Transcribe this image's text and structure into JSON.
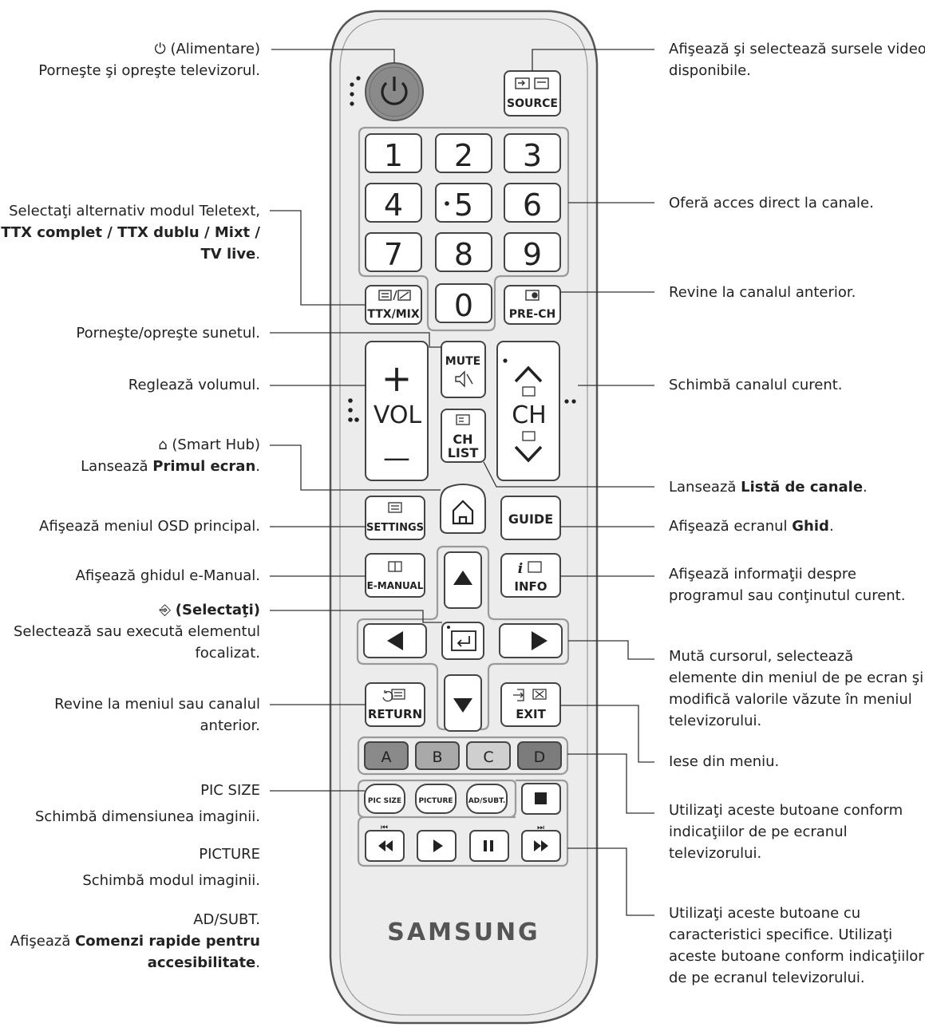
{
  "annotations": {
    "power": {
      "title": "(Alimentare)",
      "desc": "Porneşte şi opreşte televizorul."
    },
    "teletext": {
      "line1": "Selectaţi alternativ modul Teletext,",
      "line2": "TTX complet / TTX dublu / Mixt /",
      "line3": "TV live",
      "line3_suffix": "."
    },
    "mute": "Porneşte/opreşte sunetul.",
    "volume": "Reglează volumul.",
    "smart_hub": {
      "title": "(Smart Hub)",
      "desc_prefix": "Lansează ",
      "desc_bold": "Primul ecran",
      "desc_suffix": "."
    },
    "settings": "Afişează meniul OSD principal.",
    "emanual": "Afişează ghidul e-Manual.",
    "select": {
      "title": "(Selectaţi)",
      "desc1": "Selectează sau execută elementul",
      "desc2": "focalizat."
    },
    "return": {
      "line1": "Revine la meniul sau canalul",
      "line2": "anterior."
    },
    "pic_size": {
      "title": "PIC SIZE",
      "desc": "Schimbă dimensiunea imaginii."
    },
    "picture": {
      "title": "PICTURE",
      "desc": "Schimbă modul imaginii."
    },
    "ad_subt": {
      "title": "AD/SUBT.",
      "desc_prefix": "Afişează ",
      "desc_bold1": "Comenzi rapide pentru",
      "desc_bold2": "accesibilitate",
      "desc_suffix": "."
    },
    "source": {
      "line1": "Afişează şi selectează sursele video",
      "line2": "disponibile."
    },
    "numbers": "Oferă acces direct la canale.",
    "pre_ch": "Revine la canalul anterior.",
    "channel": "Schimbă canalul curent.",
    "ch_list": {
      "prefix": "Lansează ",
      "bold": "Listă de canale",
      "suffix": "."
    },
    "guide": {
      "prefix": "Afişează ecranul ",
      "bold": "Ghid",
      "suffix": "."
    },
    "info": {
      "line1": "Afişează informaţii despre",
      "line2": "programul sau conţinutul curent."
    },
    "navigation": {
      "line1": "Mută cursorul, selectează",
      "line2": "elemente din meniul de pe ecran şi",
      "line3": "modifică valorile văzute în meniul",
      "line4": "televizorului."
    },
    "exit": "Iese din meniu.",
    "color_buttons": {
      "line1": "Utilizaţi aceste butoane conform",
      "line2": "indicaţiilor de pe ecranul",
      "line3": "televizorului."
    },
    "media_buttons": {
      "line1": "Utilizaţi aceste butoane cu",
      "line2": "caracteristici specifice. Utilizaţi",
      "line3": "aceste butoane conform indicaţiilor",
      "line4": "de pe ecranul televizorului."
    }
  },
  "remote": {
    "brand": "SAMSUNG",
    "source_label": "SOURCE",
    "digits": [
      "1",
      "2",
      "3",
      "4",
      "5",
      "6",
      "7",
      "8",
      "9",
      "0"
    ],
    "ttx_label": "TTX/MIX",
    "prech_label": "PRE-CH",
    "mute_label": "MUTE",
    "vol_label": "VOL",
    "vol_plus": "+",
    "vol_minus": "—",
    "ch_label": "CH",
    "chlist_line1": "CH",
    "chlist_line2": "LIST",
    "settings_label": "SETTINGS",
    "guide_label": "GUIDE",
    "emanual_label": "E-MANUAL",
    "info_label": "INFO",
    "info_i": "i",
    "return_label": "RETURN",
    "exit_label": "EXIT",
    "color_keys": [
      {
        "label": "A",
        "color": "#8a8a8a"
      },
      {
        "label": "B",
        "color": "#a9a9a9"
      },
      {
        "label": "C",
        "color": "#cfcfcf"
      },
      {
        "label": "D",
        "color": "#7c7c7c"
      }
    ],
    "func_keys": [
      "PIC SIZE",
      "PICTURE",
      "AD/SUBT."
    ]
  },
  "colors": {
    "body": "#e8e8e8",
    "outline": "#555555",
    "key": "#ffffff",
    "power": "#8f8f8f",
    "frame": "#9a9a9a"
  }
}
